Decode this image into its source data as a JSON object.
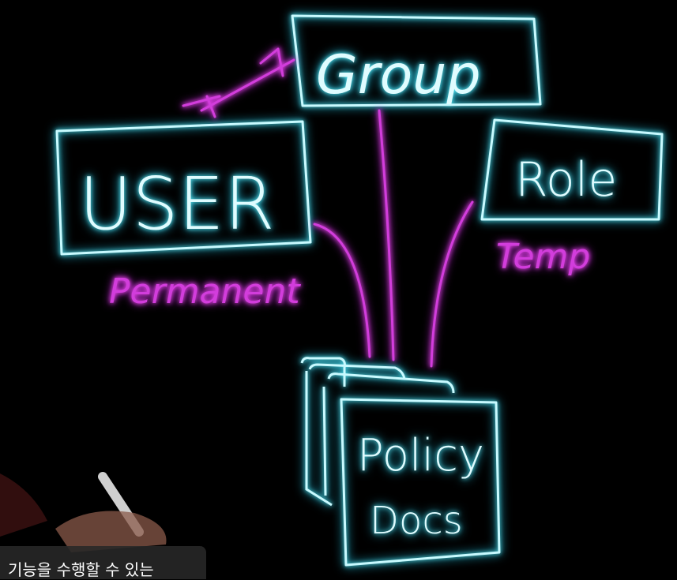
{
  "diagram": {
    "nodes": {
      "group": "Group",
      "user": "USER",
      "role": "Role",
      "policy_line1": "Policy",
      "policy_line2": "Docs"
    },
    "labels": {
      "permanent": "Permanent",
      "temp": "Temp"
    },
    "colors": {
      "box": "#bff8ff",
      "box_glow": "#28c8e8",
      "annotation": "#d23ddc",
      "background": "#000000"
    }
  },
  "caption": {
    "text": "기능을 수행할 수 있는"
  }
}
